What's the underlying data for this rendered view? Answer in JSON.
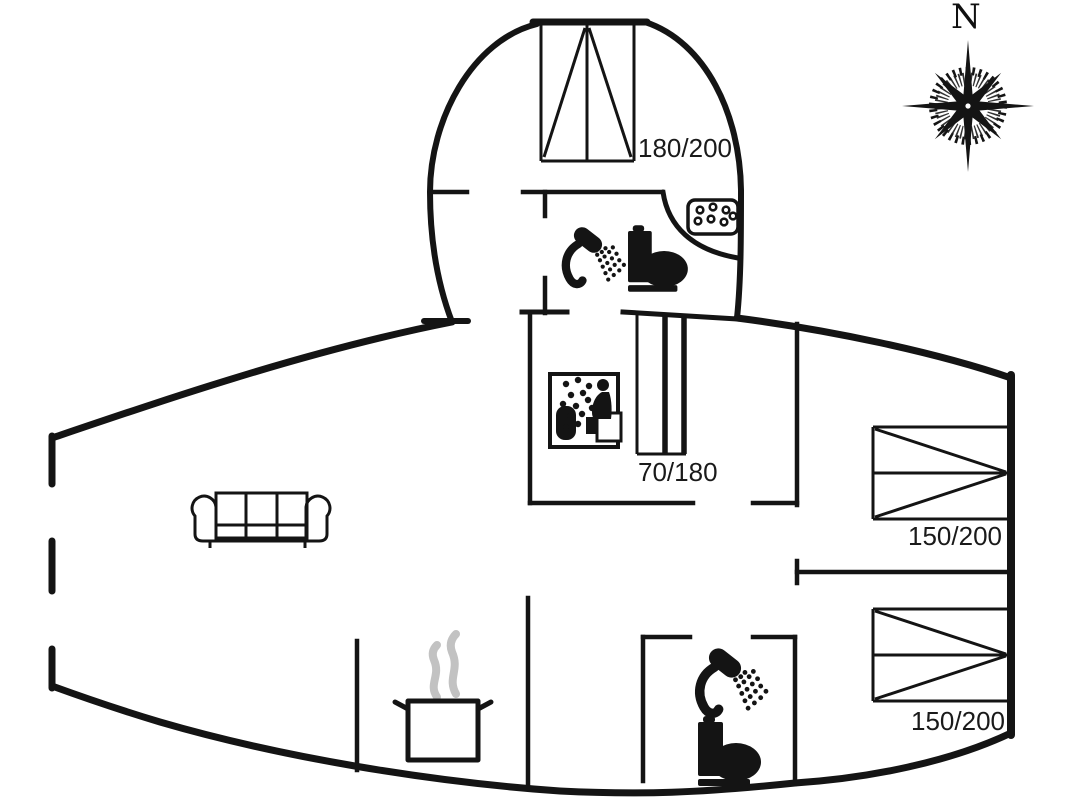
{
  "compass": {
    "label": "N"
  },
  "beds": {
    "top_double": {
      "size": "180/200"
    },
    "middle_single": {
      "size": "70/180"
    },
    "right_upper": {
      "size": "150/200"
    },
    "right_lower": {
      "size": "150/200"
    }
  },
  "icons": {
    "compass_rose": "compass-rose-icon",
    "double_bed": "double-bed-icon",
    "single_bed": "single-bed-icon",
    "shower": "shower-icon",
    "toilet": "toilet-icon",
    "whirlpool": "whirlpool-icon",
    "sauna": "sauna-icon",
    "cooking_pot": "cooking-pot-icon",
    "sofa": "sofa-icon"
  },
  "colors": {
    "wall": "#141414",
    "steam": "#c2c2c2",
    "background": "#ffffff"
  }
}
